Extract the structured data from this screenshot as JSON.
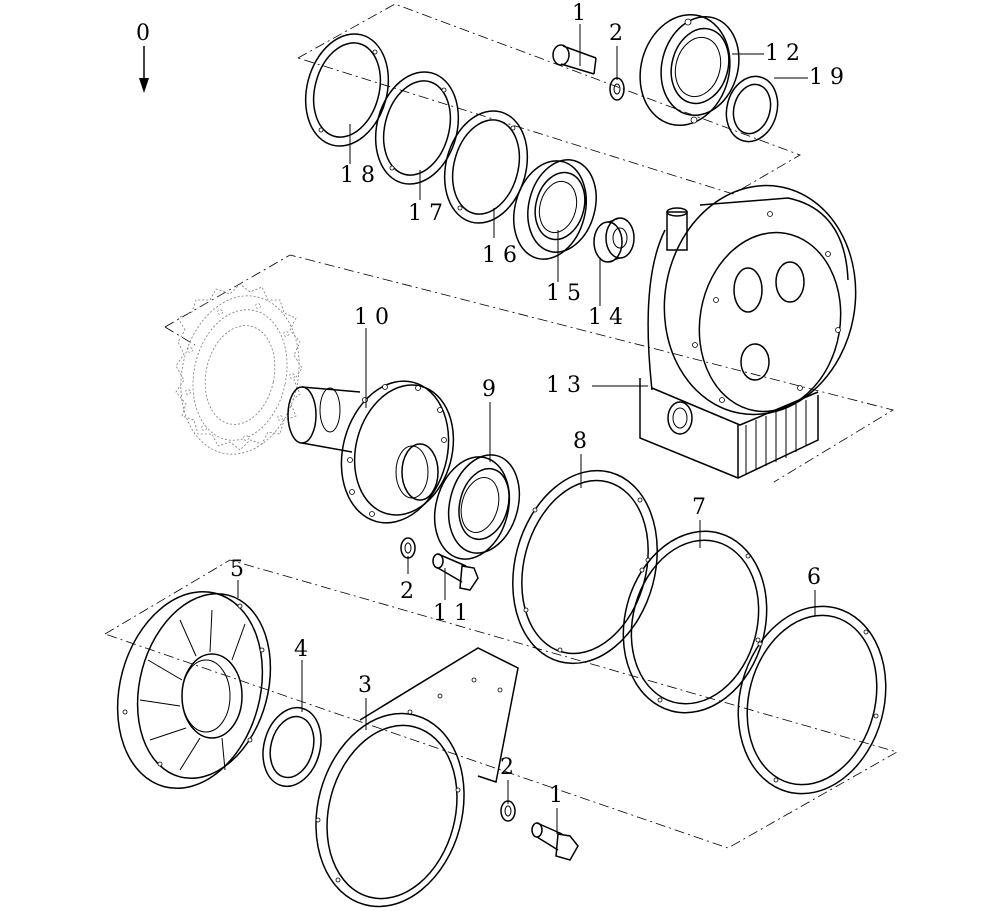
{
  "diagram": {
    "view_marker": {
      "label": "0"
    },
    "callouts": [
      {
        "id": "p1a",
        "label": "1"
      },
      {
        "id": "p2a",
        "label": "2"
      },
      {
        "id": "p12",
        "label": "1 2"
      },
      {
        "id": "p19",
        "label": "1 9"
      },
      {
        "id": "p18",
        "label": "1 8"
      },
      {
        "id": "p17",
        "label": "1 7"
      },
      {
        "id": "p16",
        "label": "1 6"
      },
      {
        "id": "p15",
        "label": "1 5"
      },
      {
        "id": "p14",
        "label": "1 4"
      },
      {
        "id": "p10",
        "label": "1 0"
      },
      {
        "id": "p13",
        "label": "1 3"
      },
      {
        "id": "p9",
        "label": "9"
      },
      {
        "id": "p8",
        "label": "8"
      },
      {
        "id": "p7",
        "label": "7"
      },
      {
        "id": "p6",
        "label": "6"
      },
      {
        "id": "p2b",
        "label": "2"
      },
      {
        "id": "p11",
        "label": "1 1"
      },
      {
        "id": "p5",
        "label": "5"
      },
      {
        "id": "p4",
        "label": "4"
      },
      {
        "id": "p3",
        "label": "3"
      },
      {
        "id": "p2c",
        "label": "2"
      },
      {
        "id": "p1c",
        "label": "1"
      }
    ]
  }
}
